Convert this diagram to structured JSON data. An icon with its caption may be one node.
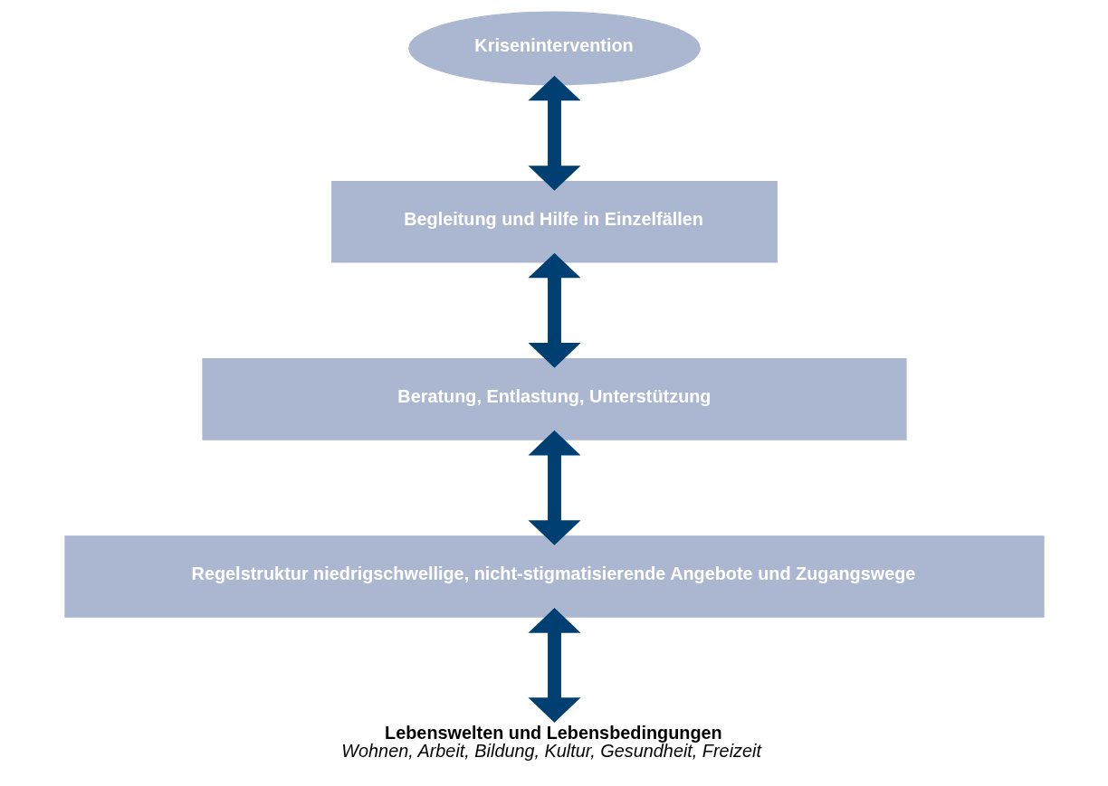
{
  "diagram": {
    "nodes": [
      {
        "text": [
          "Krisenintervention"
        ]
      },
      {
        "text": [
          "Begleitung und Hilfe in Einzelfällen"
        ]
      },
      {
        "text": [
          "Beratung, Entlastung, Unterstützung"
        ]
      },
      {
        "text": [
          "Regelstruktur niedrigschwellige, nicht-stigmatisierende Angebote und Zugangswege"
        ]
      },
      {
        "text": [
          "Lebenswelten und Lebensbedingungen",
          "Wohnen, Arbeit, Bildung, Kultur, Gesundheit, Freizeit"
        ]
      }
    ],
    "edges": [
      {
        "from": 0,
        "to": 1,
        "arrow": "both"
      },
      {
        "from": 1,
        "to": 2,
        "arrow": "both"
      },
      {
        "from": 2,
        "to": 3,
        "arrow": "both"
      },
      {
        "from": 3,
        "to": 4,
        "arrow": "both"
      }
    ]
  }
}
